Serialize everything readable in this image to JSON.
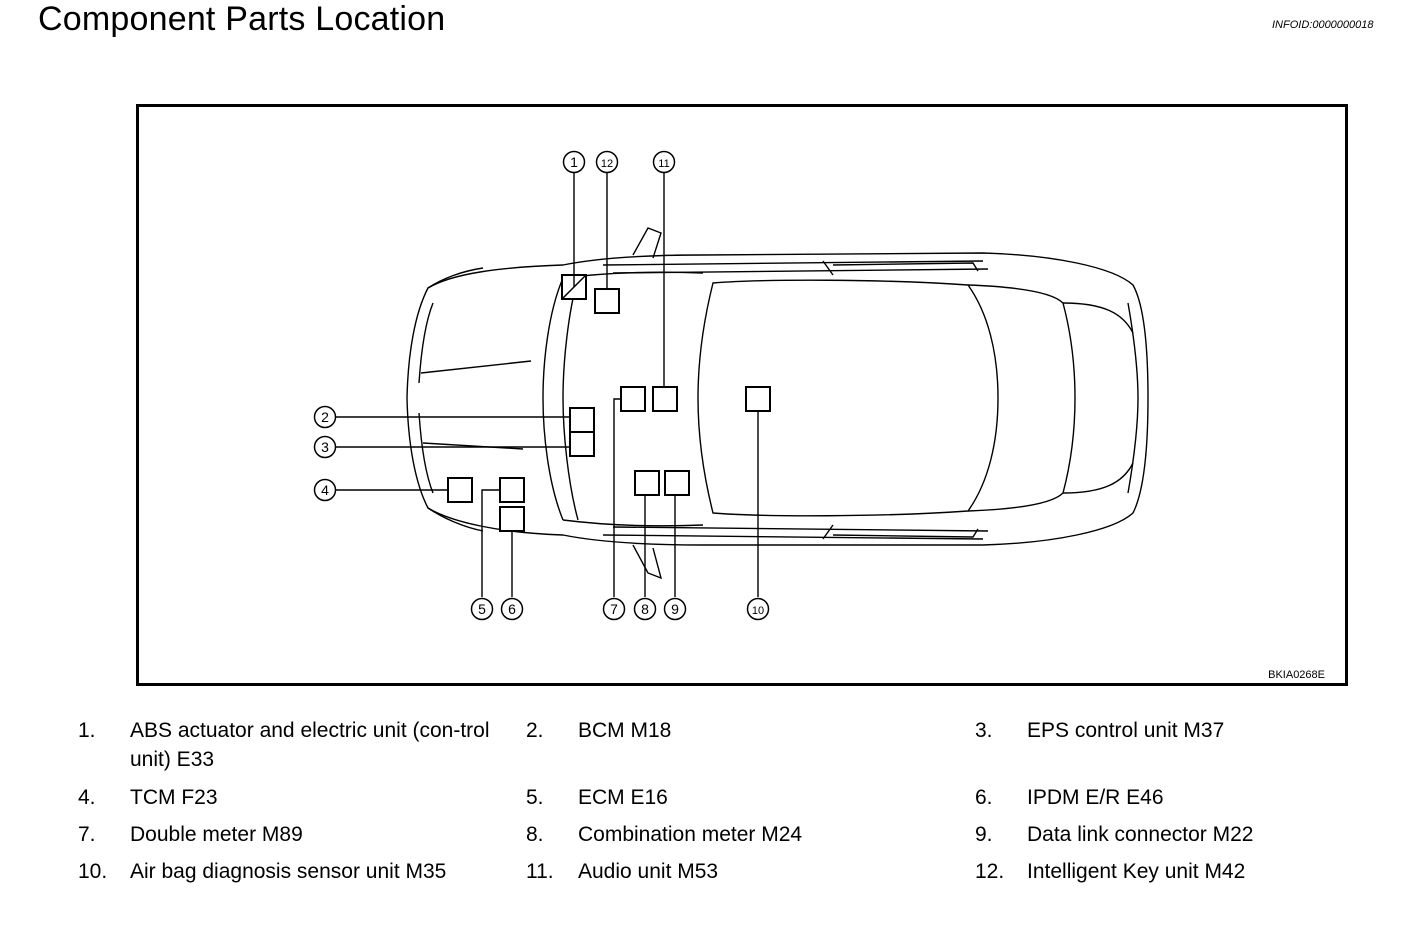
{
  "page": {
    "title": "Component Parts Location",
    "info_id": "INFOID:0000000018"
  },
  "figure": {
    "figure_id": "BKIA0268E",
    "callouts": [
      "1",
      "2",
      "3",
      "4",
      "5",
      "6",
      "7",
      "8",
      "9",
      "10",
      "11",
      "12"
    ]
  },
  "legend": [
    {
      "num": "1.",
      "text": "ABS actuator and electric unit (con-trol unit) E33"
    },
    {
      "num": "2.",
      "text": "BCM M18"
    },
    {
      "num": "3.",
      "text": "EPS control unit M37"
    },
    {
      "num": "4.",
      "text": "TCM F23"
    },
    {
      "num": "5.",
      "text": "ECM E16"
    },
    {
      "num": "6.",
      "text": "IPDM E/R E46"
    },
    {
      "num": "7.",
      "text": "Double meter M89"
    },
    {
      "num": "8.",
      "text": "Combination meter M24"
    },
    {
      "num": "9.",
      "text": "Data link connector M22"
    },
    {
      "num": "10.",
      "text": "Air bag diagnosis sensor unit M35"
    },
    {
      "num": "11.",
      "text": "Audio unit M53"
    },
    {
      "num": "12.",
      "text": "Intelligent Key unit M42"
    }
  ]
}
